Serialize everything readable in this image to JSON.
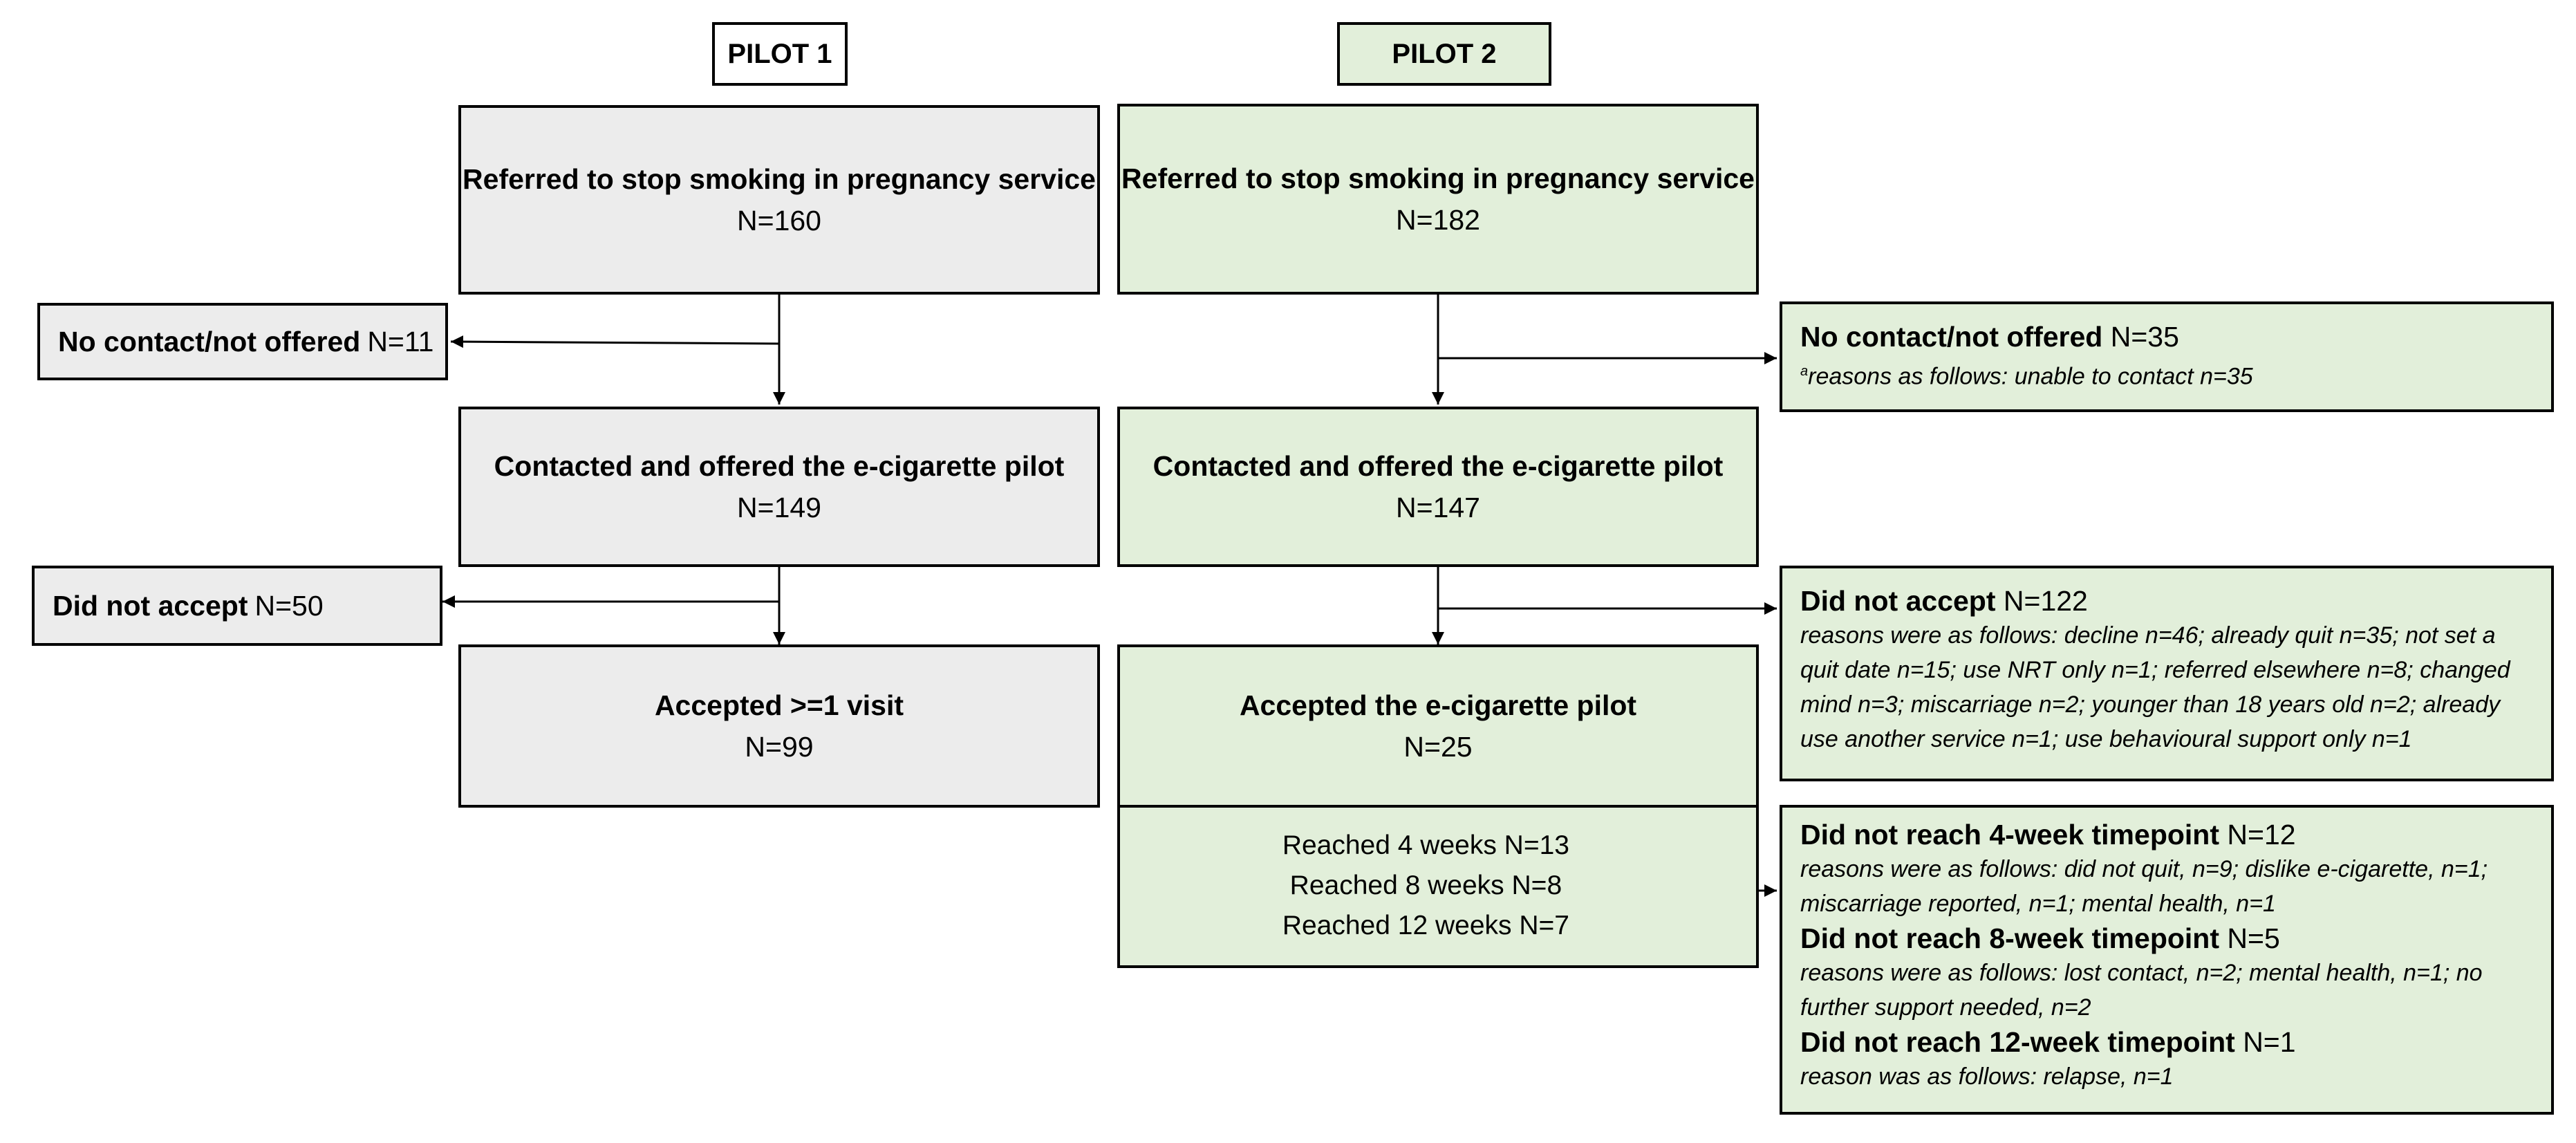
{
  "headers": {
    "pilot1": "PILOT 1",
    "pilot2": "PILOT 2"
  },
  "pilot1": {
    "referred": {
      "title": "Referred to stop smoking in pregnancy service",
      "n": "N=160"
    },
    "no_contact": {
      "label": "No contact/not offered",
      "n": "N=11"
    },
    "contacted": {
      "title": "Contacted and offered the e-cigarette pilot",
      "n": "N=149"
    },
    "did_not_accept": {
      "label": "Did not accept",
      "n": "N=50"
    },
    "accepted": {
      "title": "Accepted >=1 visit",
      "n": "N=99"
    }
  },
  "pilot2": {
    "referred": {
      "title": "Referred to stop smoking in pregnancy service",
      "n": "N=182"
    },
    "no_contact": {
      "label": "No contact/not offered",
      "n": "N=35",
      "sup": "a",
      "reasons": "reasons as follows: unable to contact n=35"
    },
    "contacted": {
      "title": "Contacted and offered the e-cigarette pilot",
      "n": "N=147"
    },
    "did_not_accept": {
      "label": "Did not accept",
      "n": "N=122",
      "reasons": [
        "reasons were as follows: decline n=46; already quit n=35; not set a",
        "quit date n=15; use NRT only n=1; referred elsewhere n=8; changed",
        "mind n=3; miscarriage n=2; younger than 18 years old n=2; already",
        "use another service n=1; use behavioural support only n=1"
      ]
    },
    "accepted": {
      "title": "Accepted the e-cigarette pilot",
      "n": "N=25"
    },
    "reached": [
      "Reached 4 weeks N=13",
      "Reached 8 weeks N=8",
      "Reached 12 weeks N=7"
    ],
    "not_reach_4": {
      "label": "Did not reach 4-week timepoint",
      "n": "N=12",
      "reasons": [
        "reasons were as follows: did not quit, n=9; dislike e-cigarette, n=1;",
        "miscarriage reported, n=1; mental health, n=1"
      ]
    },
    "not_reach_8": {
      "label": "Did not reach 8-week timepoint",
      "n": "N=5",
      "reasons": [
        "reasons were as follows: lost contact, n=2; mental health, n=1; no",
        "further support needed, n=2"
      ]
    },
    "not_reach_12": {
      "label": "Did not reach 12-week timepoint",
      "n": "N=1",
      "reasons": [
        "reason was as follows: relapse, n=1"
      ]
    }
  }
}
